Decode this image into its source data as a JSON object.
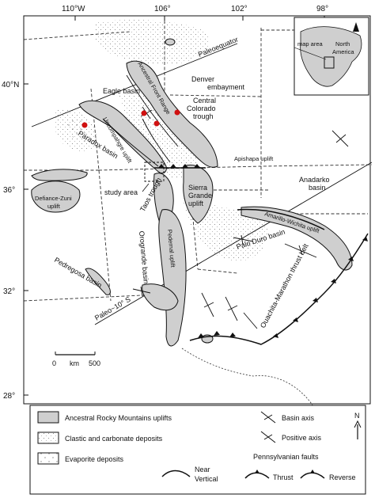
{
  "longitudes": [
    "110°W",
    "106°",
    "102°",
    "98°"
  ],
  "latitudes": [
    "40°N",
    "36°",
    "32°",
    "28°"
  ],
  "places": {
    "paleoequator": "Paleoequator",
    "ancestral_front_range": "Ancestral Front Range",
    "denver_embayment": "Denver embayment",
    "central_colorado_trough": "Central Colorado trough",
    "eagle_basin": "Eagle basin",
    "uncompahgre_uplift": "Uncompahgre uplift",
    "paradox_basin": "Paradox basin",
    "apishapa_uplift": "Apishapa uplift",
    "defiance_zuni_uplift": "Defiance-Zuni uplift",
    "study_area": "study area",
    "taos_trough": "Taos trough",
    "sierra_grande_uplift": "Sierra Grande uplift",
    "anadarko_basin": "Anadarko basin",
    "amarillo_wichita_uplift": "Amarillo-Wichita uplift",
    "palo_duro_basin": "Palo Duro basin",
    "pedernal_uplift": "Pedernal uplift",
    "orogrande_basin": "Orogrande basin",
    "pedregosa_basin": "Pedregosa basin",
    "paleo_10s": "Paleo~10° S",
    "ouachita_marathon": "Ouachita-Marathon thrust belt"
  },
  "scale_bar": {
    "zero": "0",
    "unit": "km",
    "max": "500"
  },
  "inset": {
    "map_area": "map area",
    "continent": "North America",
    "north": "N"
  },
  "legend": {
    "uplifts": "Ancestral Rocky Mountains uplifts",
    "clastic": "Clastic and carbonate deposits",
    "evaporite": "Evaporite deposits",
    "basin_axis": "Basin axis",
    "positive_axis": "Positive axis",
    "faults_title": "Pennsylvanian faults",
    "near_vertical": "Near Vertical",
    "thrust": "Thrust",
    "reverse": "Reverse",
    "north": "N"
  },
  "colors": {
    "uplift_fill": "#cfcfcf",
    "sample_dot": "#d01010",
    "line": "#111111"
  }
}
